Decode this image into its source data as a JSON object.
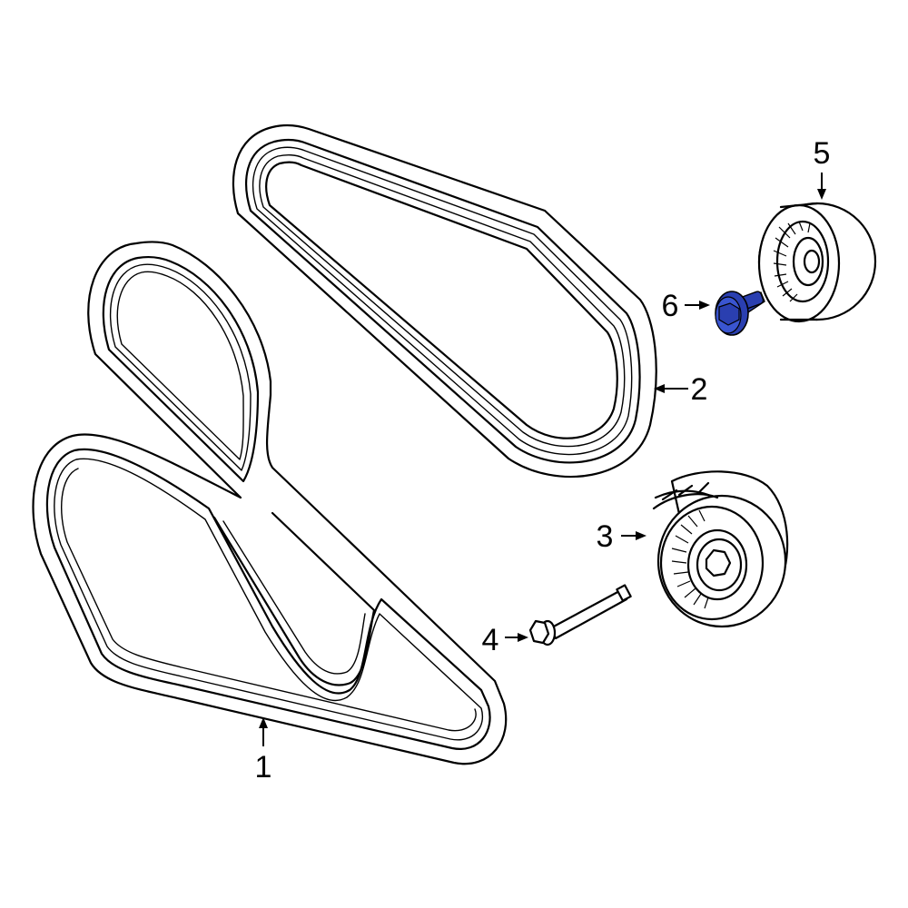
{
  "callouts": {
    "belt_1": "1",
    "belt_2": "2",
    "tensioner_3": "3",
    "bolt_4": "4",
    "idler_5": "5",
    "bolt_6": "6"
  },
  "colors": {
    "line": "#000000",
    "background": "#ffffff",
    "highlight_part": "#2a3fb0"
  }
}
